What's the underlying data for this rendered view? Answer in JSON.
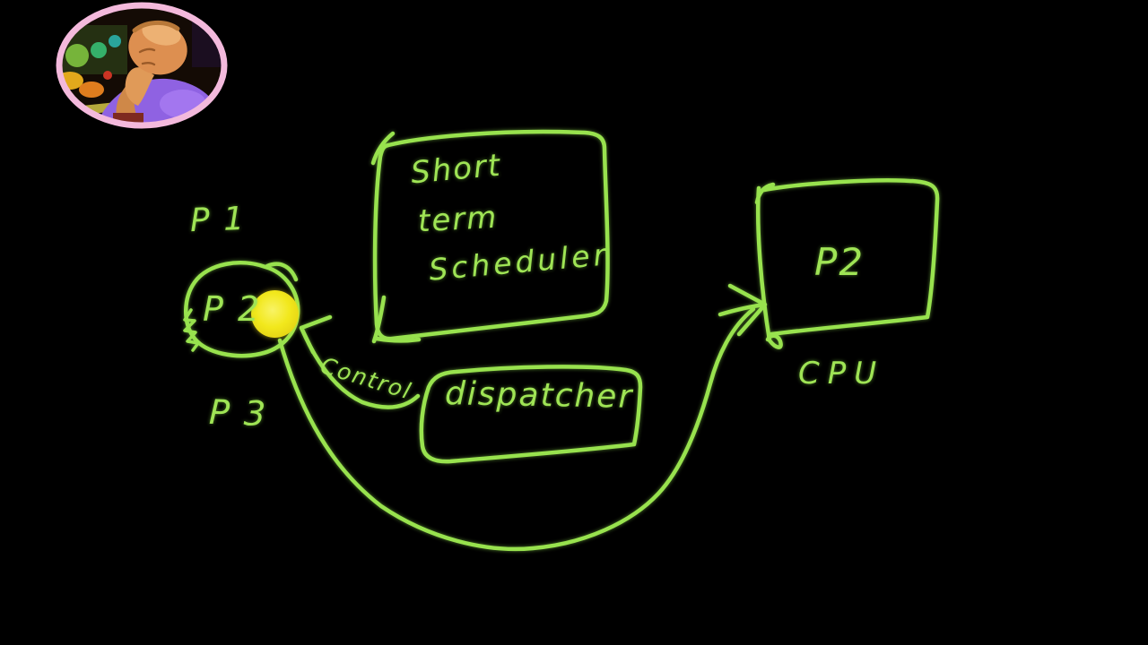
{
  "frame": {
    "kind": "lecture-whiteboard-video-frame",
    "background_color": "#000000"
  },
  "webcam": {
    "label": "presenter",
    "border_color": "#f3b9dc"
  },
  "diagram": {
    "ink_color": "#98e24e",
    "pointer_color": "#f2e81c",
    "processes": {
      "p1": "P 1",
      "p2": "P 2",
      "p3": "P 3",
      "highlighted": "P 2"
    },
    "scheduler_box": {
      "line1": "Short",
      "line2": "term",
      "line3": "Scheduler"
    },
    "dispatcher_box": {
      "label": "dispatcher"
    },
    "control_label": "Control",
    "cpu_box": {
      "running_process": "P2",
      "caption": "CPU"
    }
  }
}
